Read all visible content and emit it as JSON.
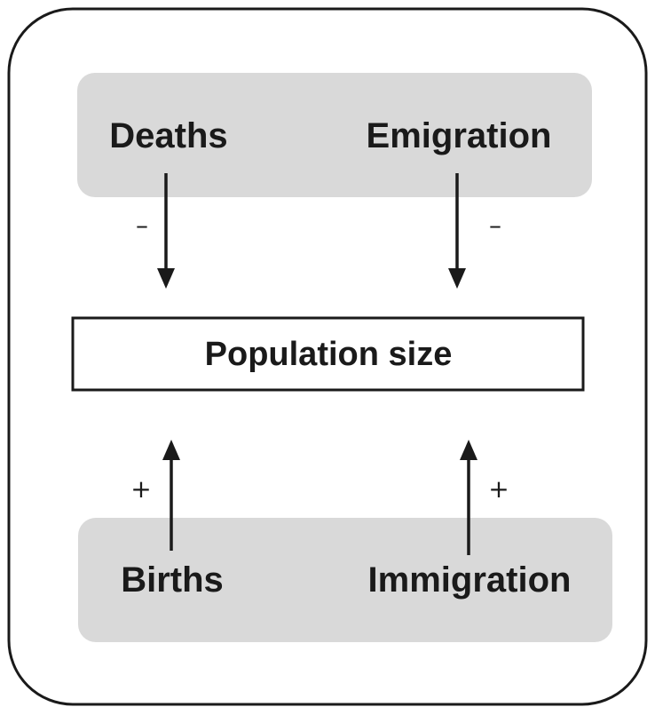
{
  "top_factors": {
    "left": {
      "label": "Deaths",
      "effect": "–"
    },
    "right": {
      "label": "Emigration",
      "effect": "–"
    }
  },
  "center": {
    "label": "Population size"
  },
  "bottom_factors": {
    "left": {
      "label": "Births",
      "effect": "+"
    },
    "right": {
      "label": "Immigration",
      "effect": "+"
    }
  }
}
